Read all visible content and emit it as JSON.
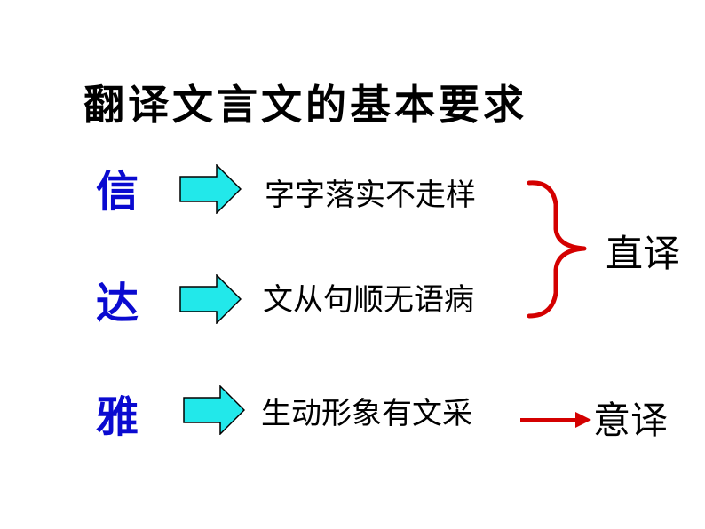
{
  "slide": {
    "title": "翻译文言文的基本要求",
    "rows": [
      {
        "principle": "信",
        "description": "字字落实不走样"
      },
      {
        "principle": "达",
        "description": "文从句顺无语病"
      },
      {
        "principle": "雅",
        "description": "生动形象有文采"
      }
    ],
    "literal_translation": "直译",
    "free_translation": "意译"
  },
  "colors": {
    "principle_text": "#0a0ad0",
    "arrow_fill": "#22e8ea",
    "arrow_stroke": "#000000",
    "bracket": "#d40000"
  }
}
